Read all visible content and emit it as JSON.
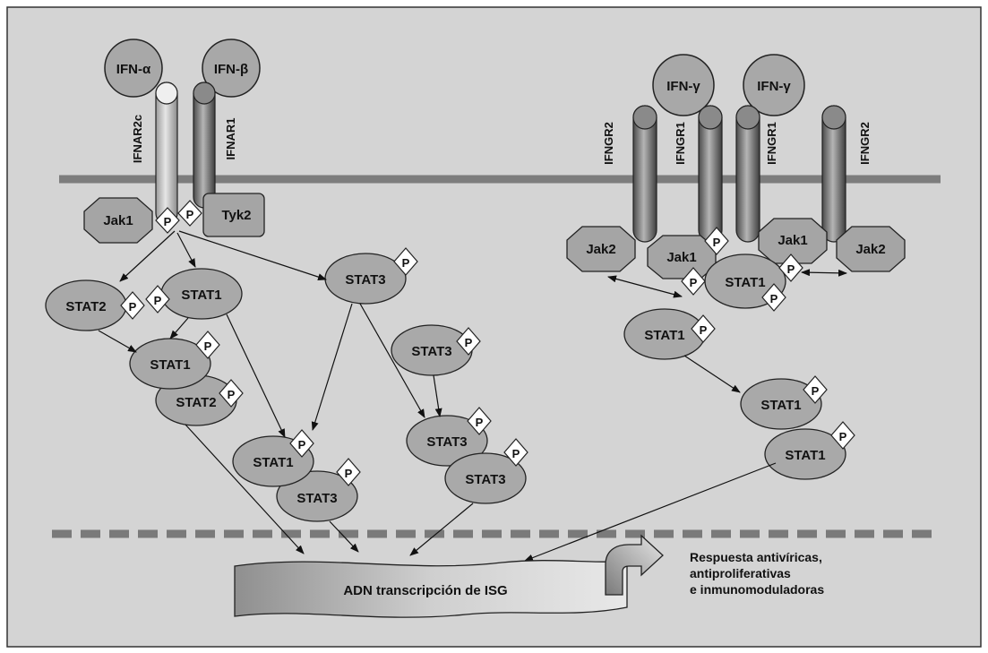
{
  "ligands": [
    "IFN-α",
    "IFN-β",
    "IFN-γ",
    "IFN-γ"
  ],
  "receptors": [
    "IFNAR2c",
    "IFNAR1",
    "IFNGR2",
    "IFNGR1",
    "IFNGR1",
    "IFNGR2"
  ],
  "kinases": [
    "Jak1",
    "Tyk2",
    "Jak2",
    "Jak1",
    "Jak1",
    "Jak2"
  ],
  "phospho": "P",
  "stats": {
    "stat2": "STAT2",
    "stat1": "STAT1",
    "stat3": "STAT3"
  },
  "dna_label": "ADN transcripción de ISG",
  "response": [
    "Respuesta antivíricas,",
    "antiproliferativas",
    "e inmunomoduladoras"
  ]
}
